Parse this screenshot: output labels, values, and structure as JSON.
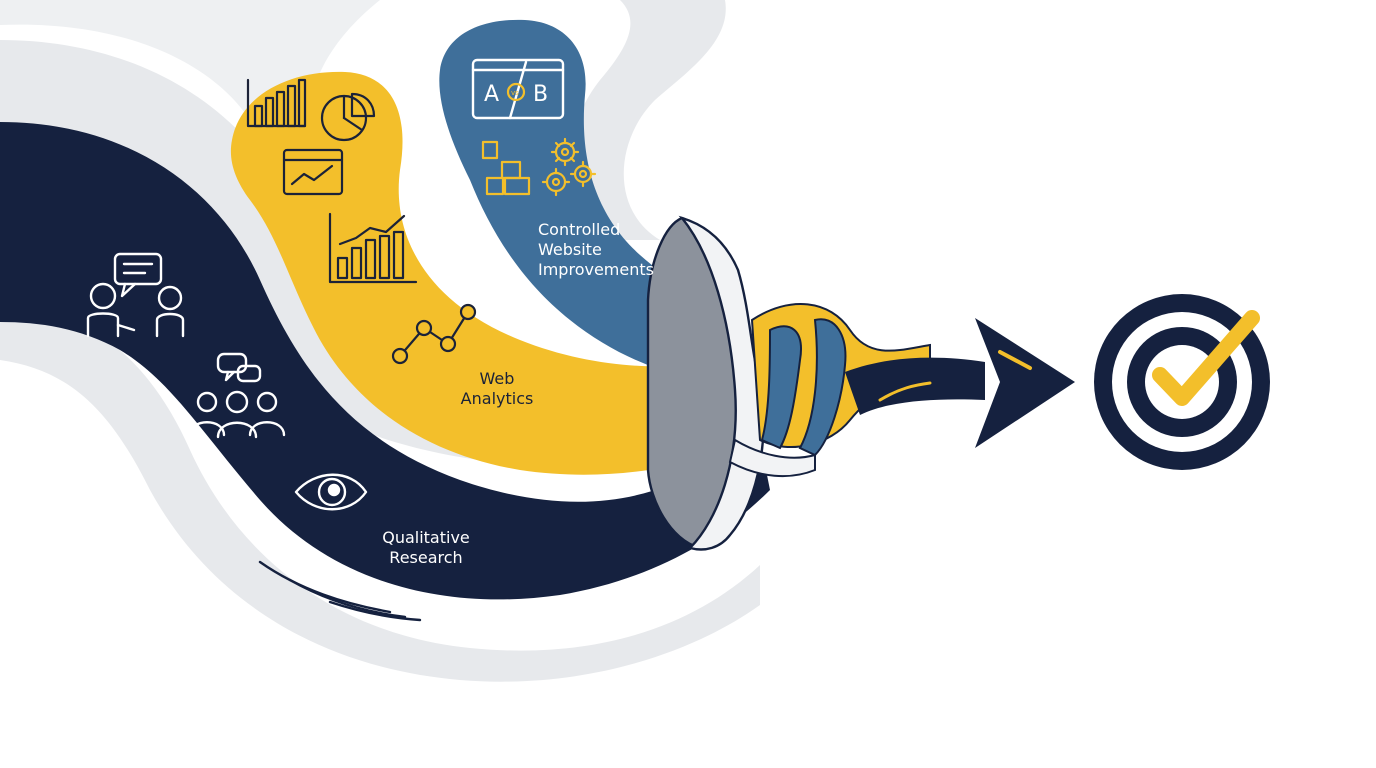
{
  "streams": {
    "qualitative": {
      "label_line1": "Qualitative",
      "label_line2": "Research"
    },
    "analytics": {
      "label_line1": "Web",
      "label_line2": "Analytics"
    },
    "improvements": {
      "label_line1": "Controlled",
      "label_line2": "Website",
      "label_line3": "Improvements"
    }
  },
  "ab_icon": {
    "left": "A",
    "right": "B",
    "middle": "vs"
  },
  "colors": {
    "navy": "#15213f",
    "yellow": "#f3bf2b",
    "blue": "#3f6f9a",
    "grey": "#e7e9ec",
    "funnel_grey": "#8c929c"
  },
  "icons": {
    "qualitative": [
      "conversation-icon",
      "group-chat-icon",
      "eye-icon"
    ],
    "analytics": [
      "bar-chart-icon",
      "pie-chart-icon",
      "browser-trend-icon",
      "bar-line-chart-icon",
      "node-line-icon"
    ],
    "improvements": [
      "ab-test-icon",
      "boxes-icon",
      "gears-icon"
    ],
    "goal": "target-check-icon"
  }
}
